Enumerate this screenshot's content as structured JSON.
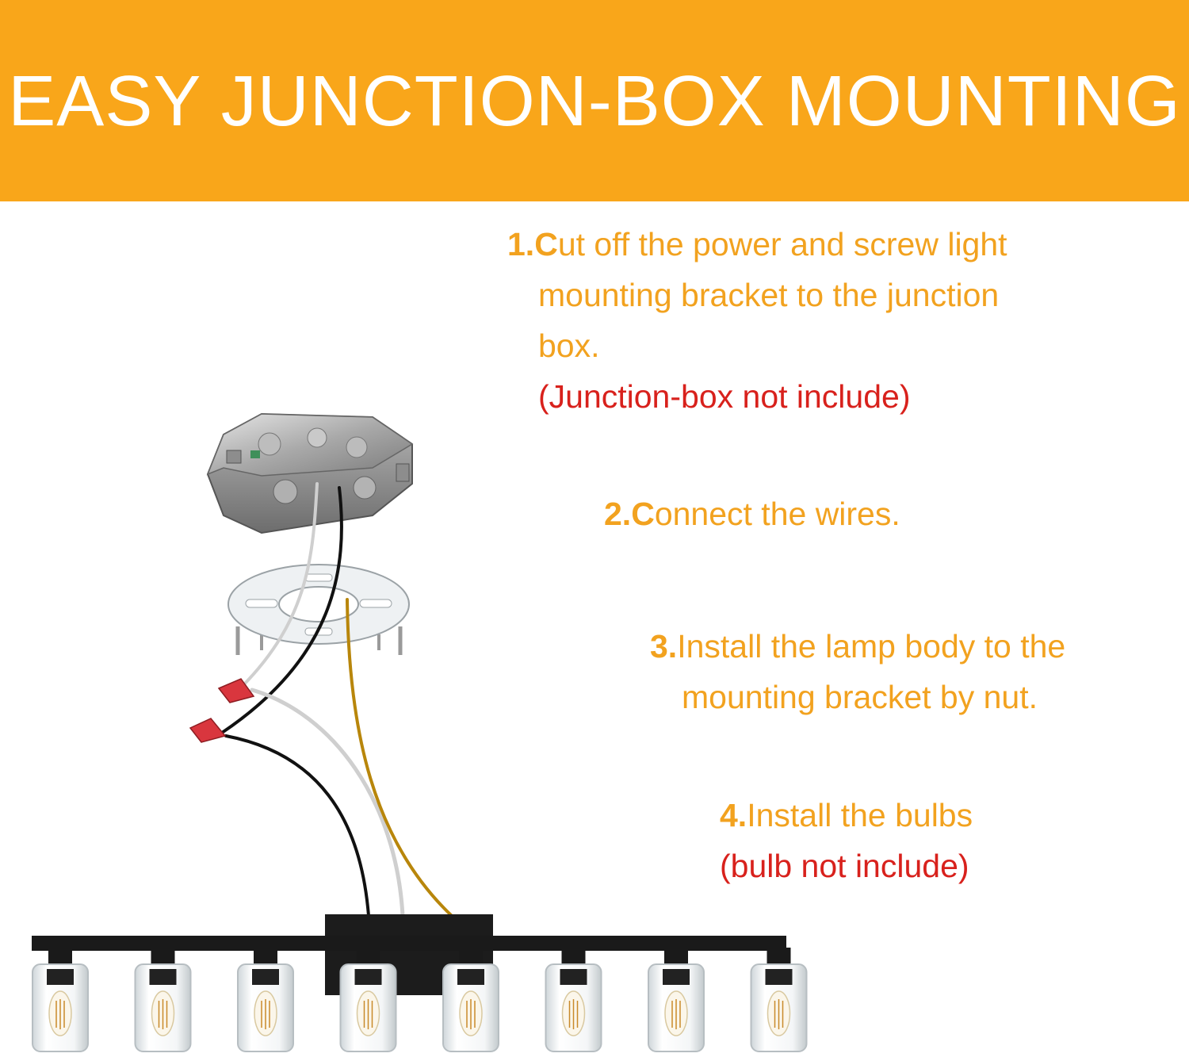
{
  "banner": {
    "title": "EASY JUNCTION-BOX MOUNTING",
    "background_color": "#f9a61a"
  },
  "colors": {
    "step_text": "#f2a21f",
    "note_text": "#d8211c"
  },
  "steps": [
    {
      "number": "1.",
      "first_letter": "C",
      "first_line_rest": "ut off the power and screw light",
      "more_lines": [
        "mounting bracket to the junction",
        "box."
      ],
      "note": "(Junction-box not include)"
    },
    {
      "number": "2.",
      "first_letter": "C",
      "first_line_rest": "onnect the wires."
    },
    {
      "number": "3.",
      "first_line_rest": "Install the lamp body to the",
      "more_lines": [
        "mounting bracket by nut."
      ]
    },
    {
      "number": "4.",
      "first_line_rest": "Install the bulbs",
      "note": "(bulb not include)"
    }
  ],
  "diagram": {
    "parts": [
      "junction-box",
      "mounting-bracket",
      "wire-nut",
      "wire-nut",
      "vanity-light-bar"
    ],
    "lamp_count": 8,
    "wire_colors": {
      "black": "#111111",
      "white": "#cfcfcf",
      "ground": "#b8860b",
      "wire_nut": "#d9363e"
    }
  }
}
